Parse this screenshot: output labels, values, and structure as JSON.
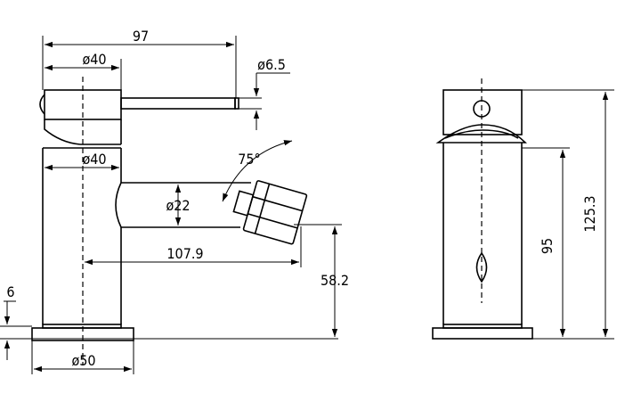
{
  "dimensions": {
    "total_width": "97",
    "handle_diameter": "ø40",
    "lever_diameter": "ø6.5",
    "body_diameter": "ø40",
    "spray_angle": "75°",
    "spout_diameter": "ø22",
    "spout_reach": "107.9",
    "spout_height": "58.2",
    "base_thickness": "6",
    "base_diameter": "ø50",
    "total_height": "125.3",
    "body_height": "95"
  }
}
